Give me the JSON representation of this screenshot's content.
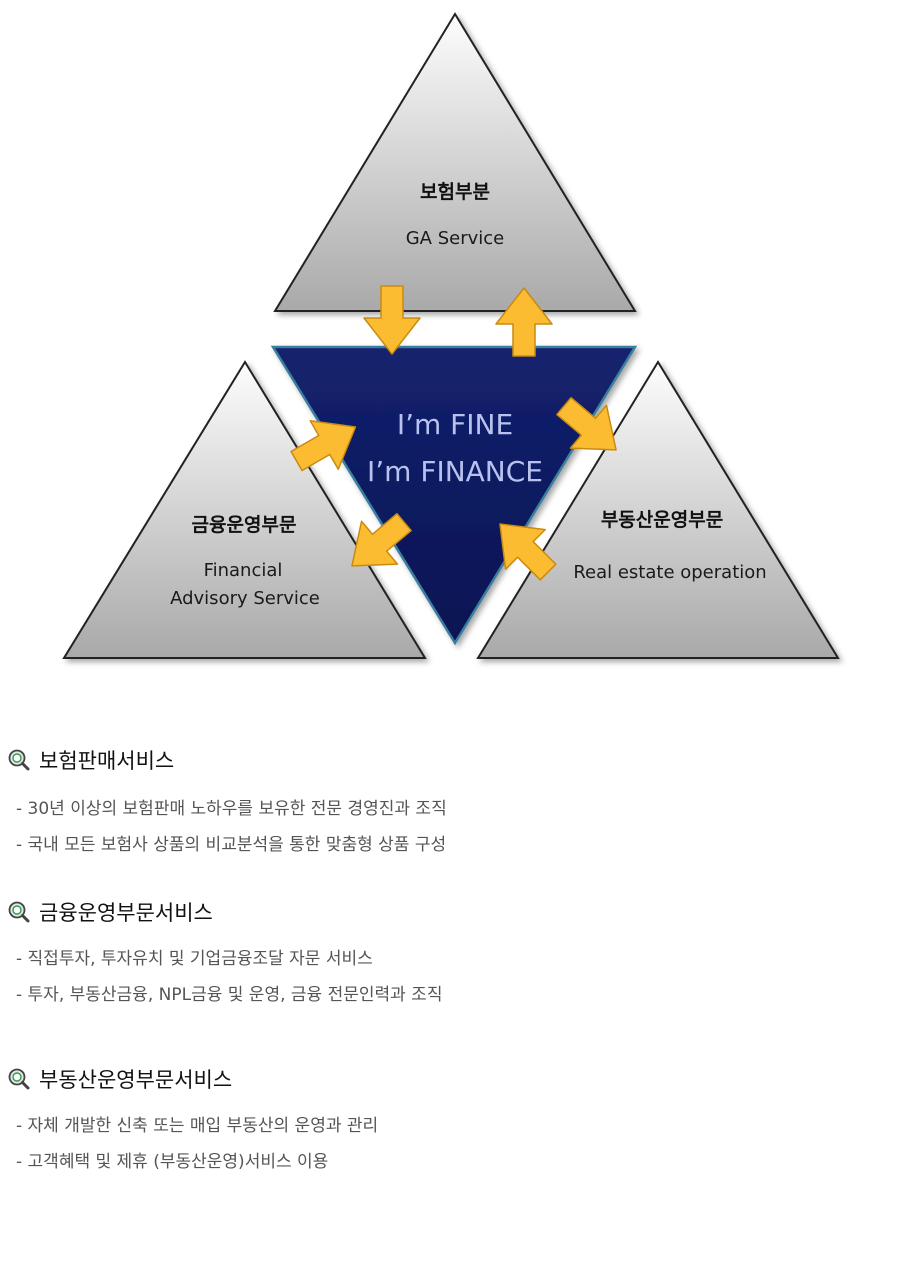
{
  "diagram": {
    "top": {
      "title": "보험부분",
      "subtitle": "GA Service"
    },
    "left": {
      "title": "금융운영부문",
      "subtitle_line1": "Financial",
      "subtitle_line2": "Advisory Service"
    },
    "right": {
      "title": "부동산운영부문",
      "subtitle": "Real estate operation"
    },
    "center": {
      "line1": "I’m FINE",
      "line2": "I’m FINANCE"
    },
    "colors": {
      "center_fill": "#0d1a5e",
      "arrow_fill": "#fcbc32",
      "triangle_light": "#fdfdfd",
      "triangle_dark": "#a9a9a9"
    }
  },
  "sections": [
    {
      "icon": "search-icon",
      "title": "보험판매서비스",
      "items": [
        "- 30년 이상의 보험판매 노하우를 보유한 전문 경영진과 조직",
        "- 국내 모든 보험사 상품의 비교분석을 통한 맞춤형 상품 구성"
      ]
    },
    {
      "icon": "search-icon",
      "title": "금융운영부문서비스",
      "items": [
        "- 직접투자, 투자유치 및 기업금융조달 자문 서비스",
        "- 투자, 부동산금융, NPL금융 및 운영, 금융 전문인력과 조직"
      ]
    },
    {
      "icon": "search-icon",
      "title": "부동산운영부문서비스",
      "items": [
        "- 자체 개발한 신축 또는  매입 부동산의 운영과 관리",
        "- 고객혜택 및 제휴 (부동산운영)서비스 이용"
      ]
    }
  ]
}
